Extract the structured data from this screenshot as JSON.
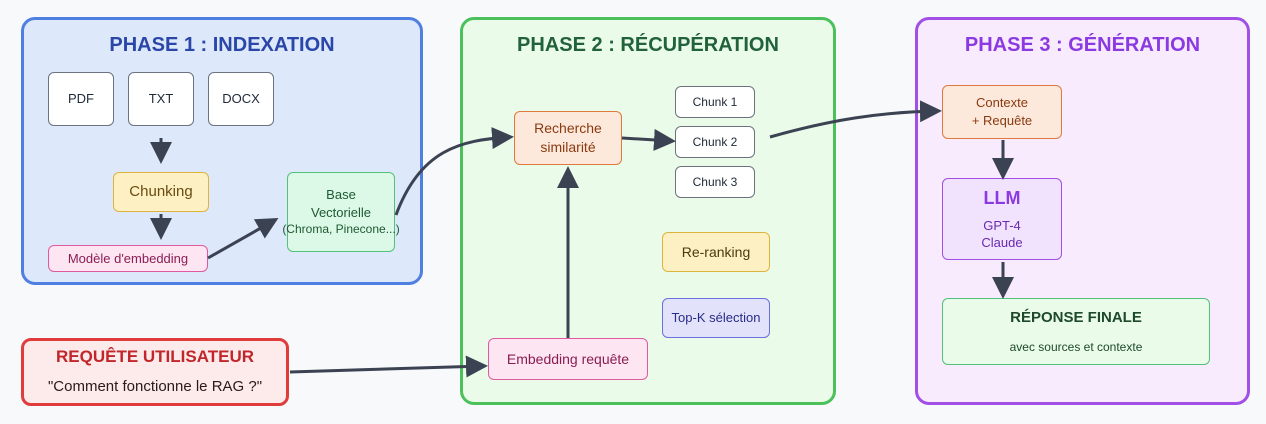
{
  "phase1": {
    "title": "PHASE 1 : INDEXATION",
    "files": [
      "PDF",
      "TXT",
      "DOCX"
    ],
    "chunking": "Chunking",
    "embedding_model": "Modèle d'embedding",
    "vector_db": {
      "line1": "Base",
      "line2": "Vectorielle",
      "line3": "(Chroma, Pinecone...)"
    }
  },
  "phase2": {
    "title": "PHASE 2 : RÉCUPÉRATION",
    "search": {
      "line1": "Recherche",
      "line2": "similarité"
    },
    "chunks": [
      "Chunk 1",
      "Chunk 2",
      "Chunk 3"
    ],
    "reranking": "Re-ranking",
    "topk": "Top-K sélection",
    "query_embedding": "Embedding requête"
  },
  "phase3": {
    "title": "PHASE 3 : GÉNÉRATION",
    "context": {
      "line1": "Contexte",
      "line2": "+ Requête"
    },
    "llm": {
      "title": "LLM",
      "model1": "GPT-4",
      "model2": "Claude"
    },
    "response": {
      "title": "RÉPONSE FINALE",
      "subtitle": "avec sources et contexte"
    }
  },
  "user_query": {
    "title": "REQUÊTE UTILISATEUR",
    "text": "\"Comment fonctionne le RAG ?\""
  },
  "colors": {
    "phase1_bg": "#dde8fb",
    "phase1_border": "#4f7fe0",
    "phase1_title": "#2a46a8",
    "phase2_bg": "#eafbea",
    "phase2_border": "#4cc05a",
    "phase2_title": "#22623a",
    "phase3_bg": "#f8ebfd",
    "phase3_border": "#a24fe5",
    "phase3_title": "#8a3ae0",
    "arrow": "#3b4252"
  }
}
